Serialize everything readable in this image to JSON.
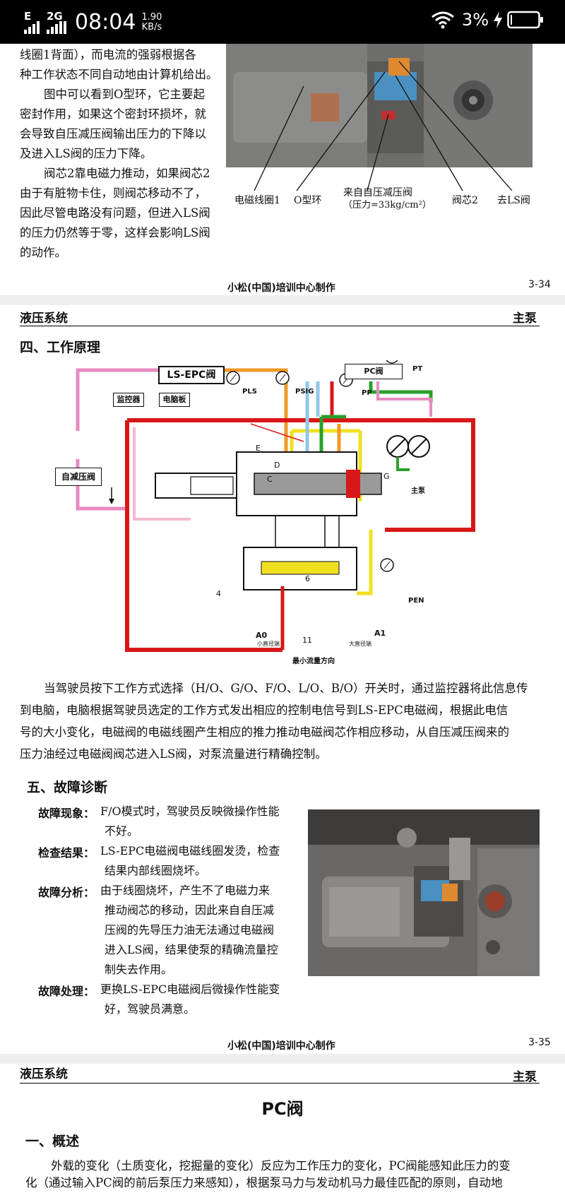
{
  "status_bar": {
    "network": "E",
    "signal2": "2G",
    "time": "08:04",
    "speed_value": "1.90",
    "speed_unit": "KB/s",
    "battery": "3%"
  },
  "page1": {
    "left_text_lines": [
      "线圈1背面），而电流的强弱根据各",
      "种工作状态不同自动地由计算机给出。",
      "图中可以看到O型环，它主要起",
      "密封作用，如果这个密封环损坏，就",
      "会导致自压减压阀输出压力的下降以",
      "及进入LS阀的压力下降。",
      "阀芯2靠电磁力推动，如果阀芯2",
      "由于有脏物卡住，则阀芯移动不了，",
      "因此尽管电路没有问题，但进入LS阀",
      "的压力仍然等于零，这样会影响LS阀",
      "的动作。"
    ],
    "photo_labels": {
      "coil1": "电磁线圈1",
      "oring": "O型环",
      "from_valve": "来自自压减压阀",
      "pressure": "（压力=33kg/cm²）",
      "spool2": "阀芯2",
      "to_ls": "去LS阀"
    },
    "footer": "小松(中国)培训中心制作",
    "page_number": "3-34"
  },
  "page2": {
    "header_left": "液压系统",
    "header_right": "主泵",
    "section4_title": "四、工作原理",
    "diagram_labels": {
      "ls_epc": "LS-EPC阀",
      "pc_valve": "PC阀",
      "monitor": "监控器",
      "computer": "电脑板",
      "pls": "PLS",
      "psig": "PSIG",
      "pp": "PP",
      "pt": "PT",
      "self_reducing": "自减压阀",
      "main_pump": "主泵",
      "pen": "PEN",
      "a0": "A0",
      "a0_sub": "小直径端",
      "a1": "A1",
      "a1_sub": "大直径端",
      "min_flow": "最小流量方向",
      "E": "E",
      "D": "D",
      "C": "C",
      "G": "G",
      "n4": "4",
      "n6": "6",
      "n11": "11"
    },
    "para_lines": [
      "当驾驶员按下工作方式选择（H/O、G/O、F/O、L/O、B/O）开关时，通过监控器将此信息传",
      "到电脑，电脑根据驾驶员选定的工作方式发出相应的控制电信号到LS-EPC电磁阀，根据此电信",
      "号的大小变化，电磁阀的电磁线圈产生相应的推力推动电磁阀芯作相应移动，从自压减压阀来的",
      "压力油经过电磁阀阀芯进入LS阀，对泵流量进行精确控制。"
    ],
    "section5_title": "五、故障诊断",
    "diag_rows": [
      {
        "label": "故障现象：",
        "lines": [
          "F/O模式时，驾驶员反映微操作性能",
          "不好。"
        ]
      },
      {
        "label": "检查结果：",
        "lines": [
          "LS-EPC电磁阀电磁线圈发烫，检查",
          "结果内部线圈烧坏。"
        ]
      },
      {
        "label": "故障分析：",
        "lines": [
          "由于线圈烧坏，产生不了电磁力来",
          "推动阀芯的移动，因此来自自压减",
          "压阀的先导压力油无法通过电磁阀",
          "进入LS阀，结果使泵的精确流量控",
          "制失去作用。"
        ]
      },
      {
        "label": "故障处理：",
        "lines": [
          "更换LS-EPC电磁阀后微操作性能变",
          "好，驾驶员满意。"
        ]
      }
    ],
    "footer": "小松(中国)培训中心制作",
    "page_number": "3-35"
  },
  "page3": {
    "header_left": "液压系统",
    "header_right": "主泵",
    "title": "PC阀",
    "section1_title": "一、概述",
    "para_lines": [
      "外载的变化（土质变化，挖掘量的变化）反应为工作压力的变化，PC阀能感知此压力的变",
      "化（通过输入PC阀的前后泵压力来感知），根据泵马力与发动机马力最佳匹配的原则，自动地"
    ]
  }
}
